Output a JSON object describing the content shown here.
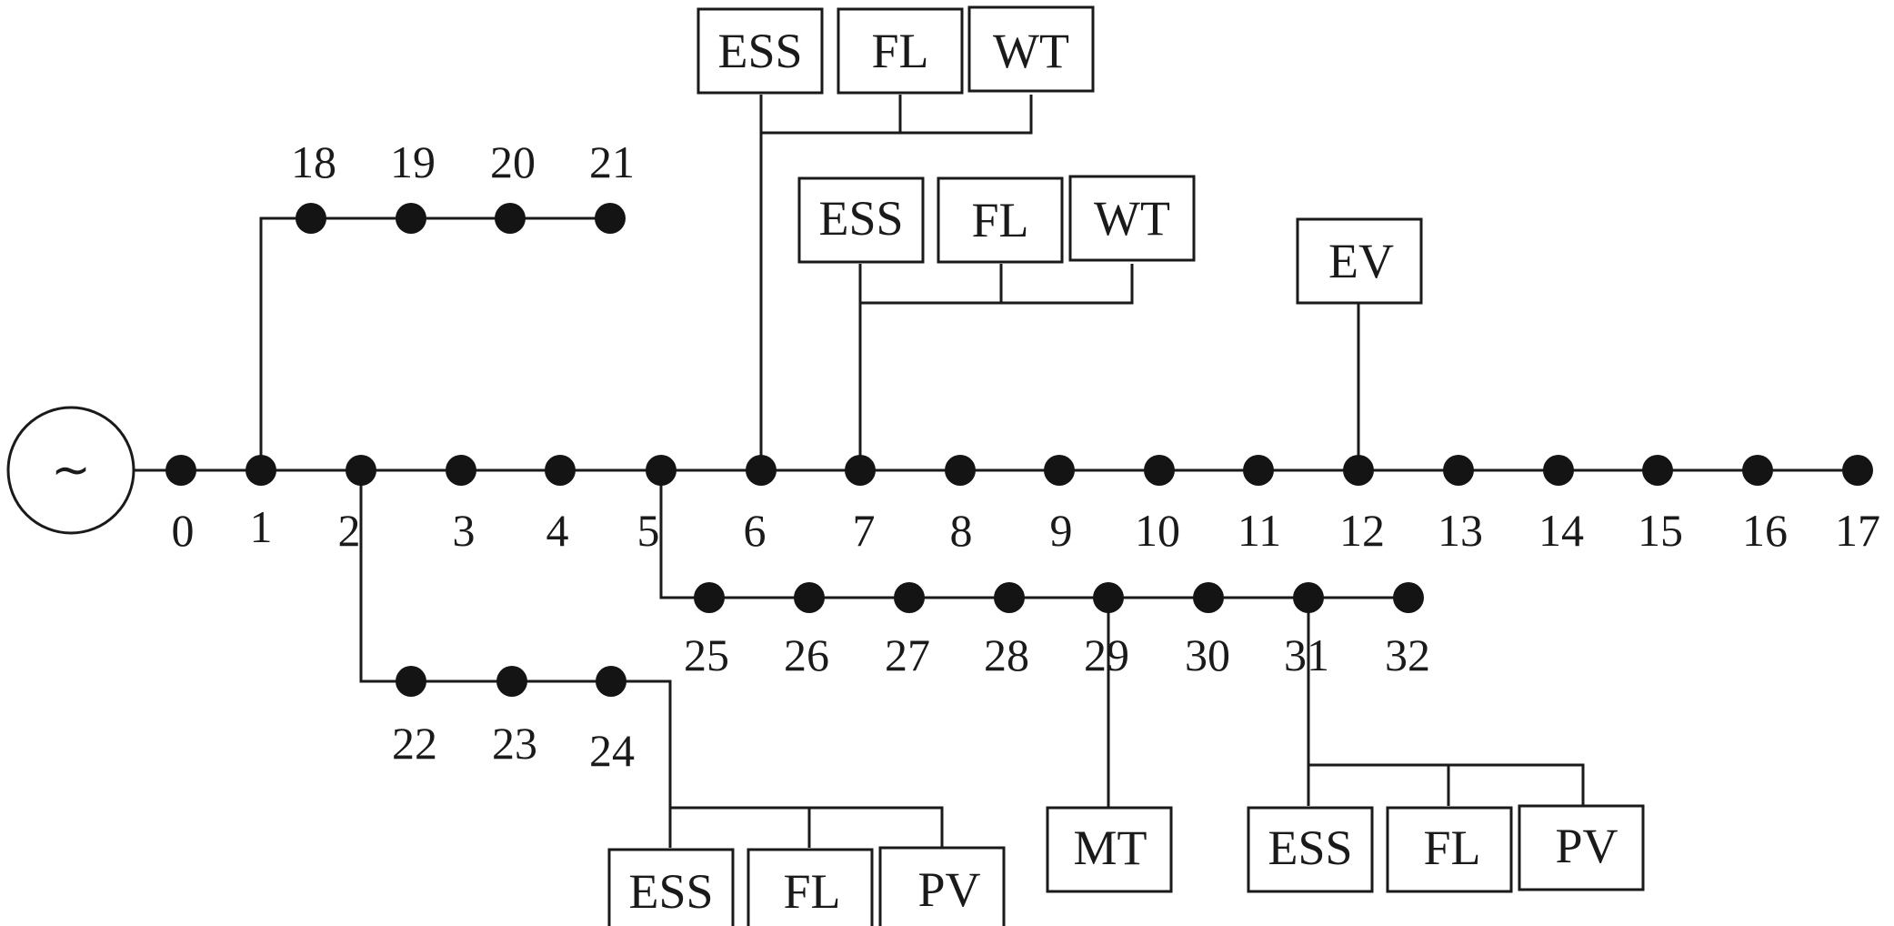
{
  "source": {
    "symbol": "~"
  },
  "nodes": [
    {
      "id": "0",
      "label": "0"
    },
    {
      "id": "1",
      "label": "1"
    },
    {
      "id": "2",
      "label": "2"
    },
    {
      "id": "3",
      "label": "3"
    },
    {
      "id": "4",
      "label": "4"
    },
    {
      "id": "5",
      "label": "5"
    },
    {
      "id": "6",
      "label": "6"
    },
    {
      "id": "7",
      "label": "7"
    },
    {
      "id": "8",
      "label": "8"
    },
    {
      "id": "9",
      "label": "9"
    },
    {
      "id": "10",
      "label": "10"
    },
    {
      "id": "11",
      "label": "11"
    },
    {
      "id": "12",
      "label": "12"
    },
    {
      "id": "13",
      "label": "13"
    },
    {
      "id": "14",
      "label": "14"
    },
    {
      "id": "15",
      "label": "15"
    },
    {
      "id": "16",
      "label": "16"
    },
    {
      "id": "17",
      "label": "17"
    },
    {
      "id": "18",
      "label": "18"
    },
    {
      "id": "19",
      "label": "19"
    },
    {
      "id": "20",
      "label": "20"
    },
    {
      "id": "21",
      "label": "21"
    },
    {
      "id": "22",
      "label": "22"
    },
    {
      "id": "23",
      "label": "23"
    },
    {
      "id": "24",
      "label": "24"
    },
    {
      "id": "25",
      "label": "25"
    },
    {
      "id": "26",
      "label": "26"
    },
    {
      "id": "27",
      "label": "27"
    },
    {
      "id": "28",
      "label": "28"
    },
    {
      "id": "29",
      "label": "29"
    },
    {
      "id": "30",
      "label": "30"
    },
    {
      "id": "31",
      "label": "31"
    },
    {
      "id": "32",
      "label": "32"
    }
  ],
  "branches": [
    {
      "name": "main-feeder",
      "nodes": [
        "0",
        "1",
        "2",
        "3",
        "4",
        "5",
        "6",
        "7",
        "8",
        "9",
        "10",
        "11",
        "12",
        "13",
        "14",
        "15",
        "16",
        "17"
      ]
    },
    {
      "name": "lateral-18-21",
      "from": "1",
      "nodes": [
        "18",
        "19",
        "20",
        "21"
      ]
    },
    {
      "name": "lateral-22-24",
      "from": "2",
      "nodes": [
        "22",
        "23",
        "24"
      ]
    },
    {
      "name": "lateral-25-32",
      "from": "5",
      "nodes": [
        "25",
        "26",
        "27",
        "28",
        "29",
        "30",
        "31",
        "32"
      ]
    }
  ],
  "device_groups": [
    {
      "node": "6",
      "devices": [
        "ESS",
        "FL",
        "WT"
      ]
    },
    {
      "node": "7",
      "devices": [
        "ESS",
        "FL",
        "WT"
      ]
    },
    {
      "node": "12",
      "devices": [
        "EV"
      ]
    },
    {
      "node": "24",
      "devices": [
        "ESS",
        "FL",
        "PV"
      ]
    },
    {
      "node": "29",
      "devices": [
        "MT"
      ]
    },
    {
      "node": "31",
      "devices": [
        "ESS",
        "FL",
        "PV"
      ]
    }
  ]
}
